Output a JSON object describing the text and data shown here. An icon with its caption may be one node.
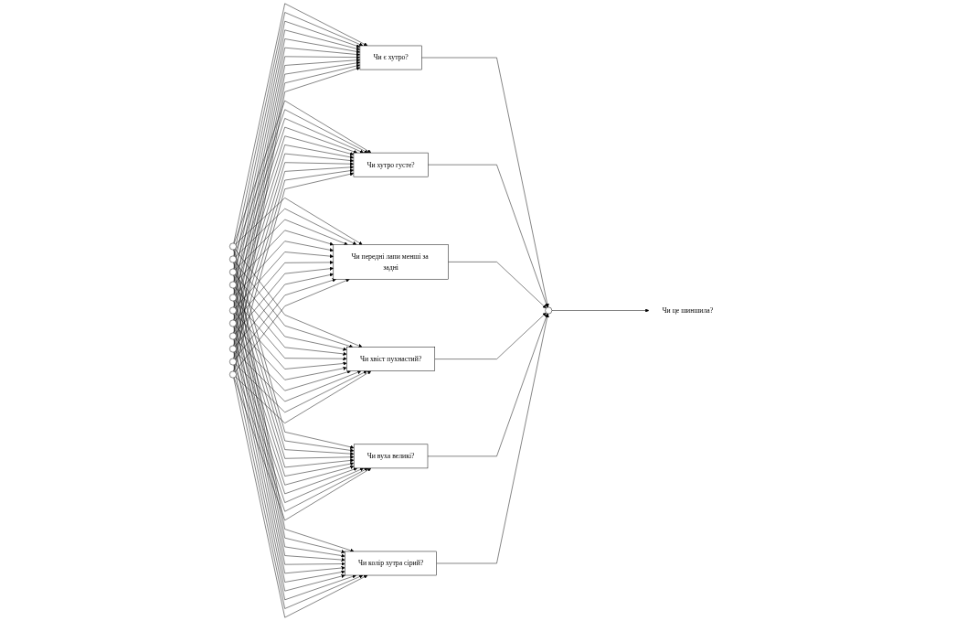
{
  "diagram": {
    "nodes": [
      {
        "text": [],
        "shape": "circle"
      },
      {
        "text": [],
        "shape": "circle"
      },
      {
        "text": [],
        "shape": "circle"
      },
      {
        "text": [],
        "shape": "circle"
      },
      {
        "text": [],
        "shape": "circle"
      },
      {
        "text": [],
        "shape": "circle"
      },
      {
        "text": [],
        "shape": "circle"
      },
      {
        "text": [],
        "shape": "circle"
      },
      {
        "text": [],
        "shape": "circle"
      },
      {
        "text": [],
        "shape": "circle"
      },
      {
        "text": [],
        "shape": "circle"
      },
      {
        "text": [
          "Чи є хутро?"
        ]
      },
      {
        "text": [
          "Чи хутро густе?"
        ]
      },
      {
        "text": [
          "Чи передні лапи менші за задні"
        ]
      },
      {
        "text": [
          "Чи хвіст пухнастий?"
        ]
      },
      {
        "text": [
          "Чи вуха великі?"
        ]
      },
      {
        "text": [
          "Чи колір хутра сірий?"
        ]
      },
      {
        "text": [],
        "shape": "circle"
      },
      {
        "text": [
          "Чи це шиншила?"
        ]
      }
    ],
    "edges": [
      {
        "from": 0,
        "to": 11,
        "arrow": "to"
      },
      {
        "from": 0,
        "to": 12,
        "arrow": "to"
      },
      {
        "from": 0,
        "to": 13,
        "arrow": "to"
      },
      {
        "from": 0,
        "to": 14,
        "arrow": "to"
      },
      {
        "from": 0,
        "to": 15,
        "arrow": "to"
      },
      {
        "from": 0,
        "to": 16,
        "arrow": "to"
      },
      {
        "from": 1,
        "to": 11,
        "arrow": "to"
      },
      {
        "from": 1,
        "to": 12,
        "arrow": "to"
      },
      {
        "from": 1,
        "to": 13,
        "arrow": "to"
      },
      {
        "from": 1,
        "to": 14,
        "arrow": "to"
      },
      {
        "from": 1,
        "to": 15,
        "arrow": "to"
      },
      {
        "from": 1,
        "to": 16,
        "arrow": "to"
      },
      {
        "from": 2,
        "to": 11,
        "arrow": "to"
      },
      {
        "from": 2,
        "to": 12,
        "arrow": "to"
      },
      {
        "from": 2,
        "to": 13,
        "arrow": "to"
      },
      {
        "from": 2,
        "to": 14,
        "arrow": "to"
      },
      {
        "from": 2,
        "to": 15,
        "arrow": "to"
      },
      {
        "from": 2,
        "to": 16,
        "arrow": "to"
      },
      {
        "from": 3,
        "to": 11,
        "arrow": "to"
      },
      {
        "from": 3,
        "to": 12,
        "arrow": "to"
      },
      {
        "from": 3,
        "to": 13,
        "arrow": "to"
      },
      {
        "from": 3,
        "to": 14,
        "arrow": "to"
      },
      {
        "from": 3,
        "to": 15,
        "arrow": "to"
      },
      {
        "from": 3,
        "to": 16,
        "arrow": "to"
      },
      {
        "from": 4,
        "to": 11,
        "arrow": "to"
      },
      {
        "from": 4,
        "to": 12,
        "arrow": "to"
      },
      {
        "from": 4,
        "to": 13,
        "arrow": "to"
      },
      {
        "from": 4,
        "to": 14,
        "arrow": "to"
      },
      {
        "from": 4,
        "to": 15,
        "arrow": "to"
      },
      {
        "from": 4,
        "to": 16,
        "arrow": "to"
      },
      {
        "from": 5,
        "to": 11,
        "arrow": "to"
      },
      {
        "from": 5,
        "to": 12,
        "arrow": "to"
      },
      {
        "from": 5,
        "to": 13,
        "arrow": "to"
      },
      {
        "from": 5,
        "to": 14,
        "arrow": "to"
      },
      {
        "from": 5,
        "to": 15,
        "arrow": "to"
      },
      {
        "from": 5,
        "to": 16,
        "arrow": "to"
      },
      {
        "from": 6,
        "to": 11,
        "arrow": "to"
      },
      {
        "from": 6,
        "to": 12,
        "arrow": "to"
      },
      {
        "from": 6,
        "to": 13,
        "arrow": "to"
      },
      {
        "from": 6,
        "to": 14,
        "arrow": "to"
      },
      {
        "from": 6,
        "to": 15,
        "arrow": "to"
      },
      {
        "from": 6,
        "to": 16,
        "arrow": "to"
      },
      {
        "from": 7,
        "to": 11,
        "arrow": "to"
      },
      {
        "from": 7,
        "to": 12,
        "arrow": "to"
      },
      {
        "from": 7,
        "to": 13,
        "arrow": "to"
      },
      {
        "from": 7,
        "to": 14,
        "arrow": "to"
      },
      {
        "from": 7,
        "to": 15,
        "arrow": "to"
      },
      {
        "from": 7,
        "to": 16,
        "arrow": "to"
      },
      {
        "from": 8,
        "to": 11,
        "arrow": "to"
      },
      {
        "from": 8,
        "to": 12,
        "arrow": "to"
      },
      {
        "from": 8,
        "to": 13,
        "arrow": "to"
      },
      {
        "from": 8,
        "to": 14,
        "arrow": "to"
      },
      {
        "from": 8,
        "to": 15,
        "arrow": "to"
      },
      {
        "from": 8,
        "to": 16,
        "arrow": "to"
      },
      {
        "from": 9,
        "to": 11,
        "arrow": "to"
      },
      {
        "from": 9,
        "to": 12,
        "arrow": "to"
      },
      {
        "from": 9,
        "to": 13,
        "arrow": "to"
      },
      {
        "from": 9,
        "to": 14,
        "arrow": "to"
      },
      {
        "from": 9,
        "to": 15,
        "arrow": "to"
      },
      {
        "from": 9,
        "to": 16,
        "arrow": "to"
      },
      {
        "from": 10,
        "to": 11,
        "arrow": "to"
      },
      {
        "from": 10,
        "to": 12,
        "arrow": "to"
      },
      {
        "from": 10,
        "to": 13,
        "arrow": "to"
      },
      {
        "from": 10,
        "to": 14,
        "arrow": "to"
      },
      {
        "from": 10,
        "to": 15,
        "arrow": "to"
      },
      {
        "from": 10,
        "to": 16,
        "arrow": "to"
      },
      {
        "from": 11,
        "to": 17,
        "arrow": "to"
      },
      {
        "from": 12,
        "to": 17,
        "arrow": "to"
      },
      {
        "from": 13,
        "to": 17,
        "arrow": "to"
      },
      {
        "from": 14,
        "to": 17,
        "arrow": "to"
      },
      {
        "from": 15,
        "to": 17,
        "arrow": "to"
      },
      {
        "from": 16,
        "to": 17,
        "arrow": "to"
      },
      {
        "from": 17,
        "to": 18,
        "arrow": "to"
      }
    ]
  }
}
